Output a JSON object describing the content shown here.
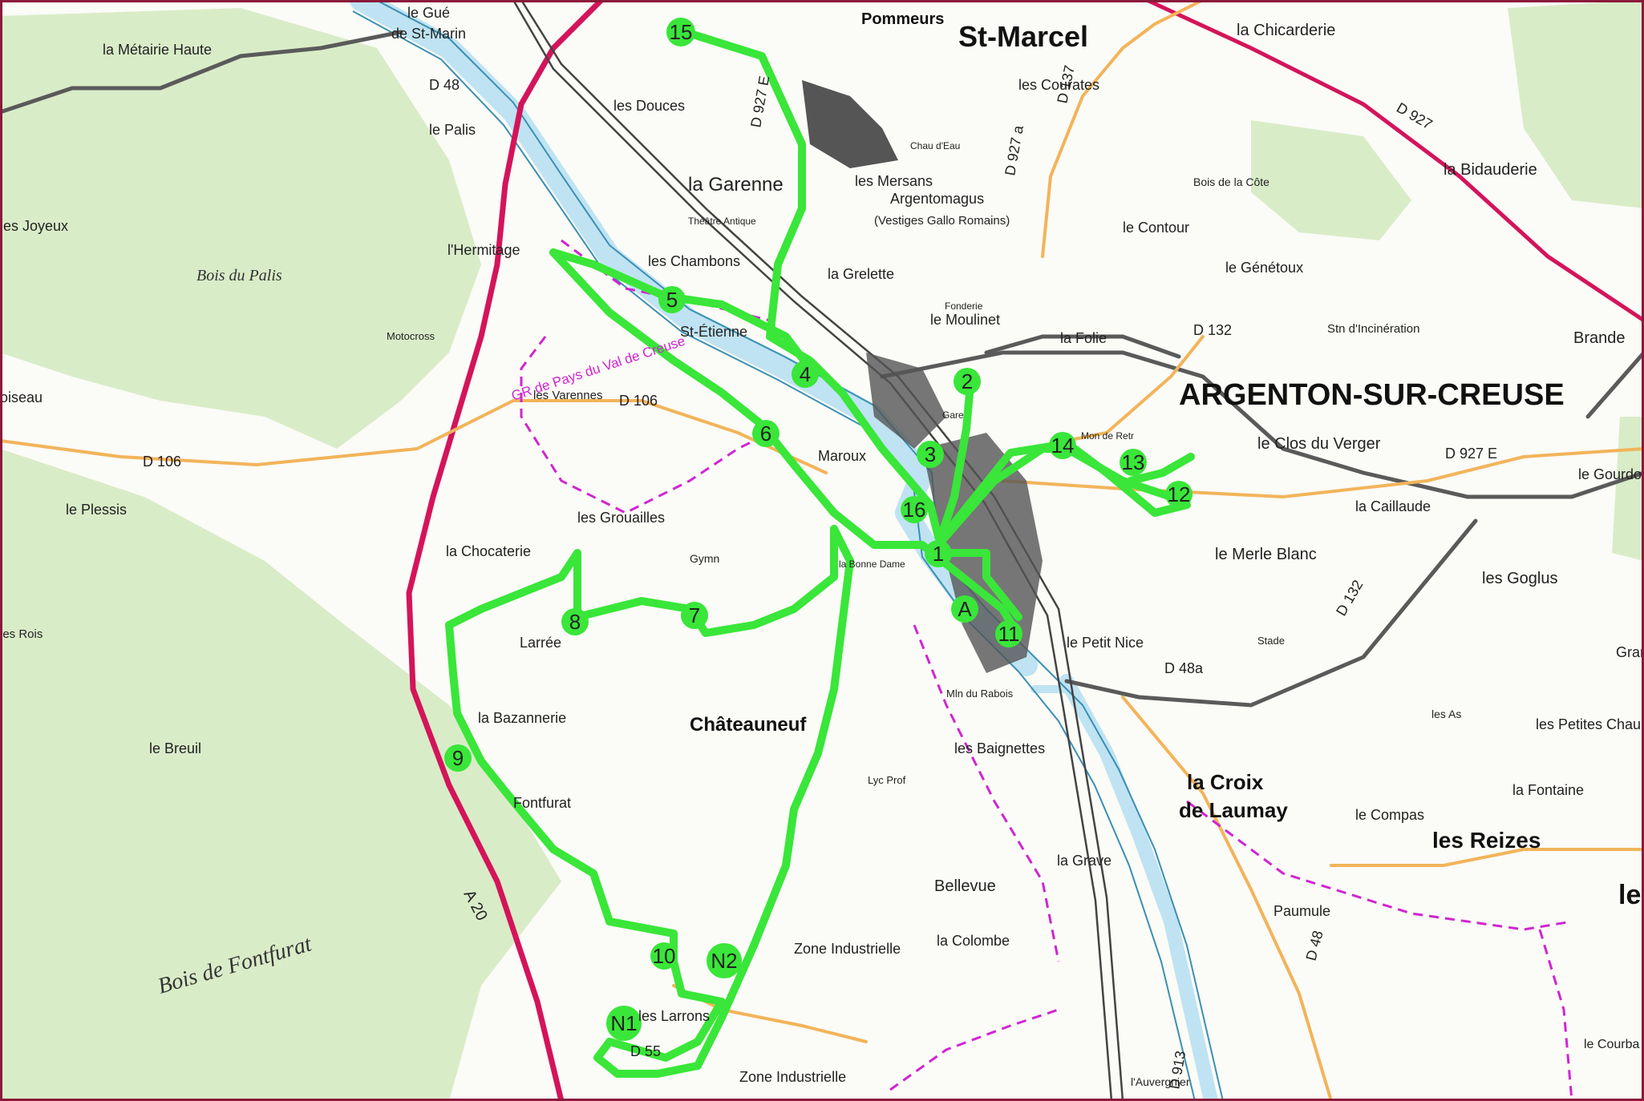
{
  "map": {
    "towns": [
      {
        "id": "st-marcel",
        "text": "St-Marcel"
      },
      {
        "id": "argenton",
        "text": "ARGENTON-SUR-CREUSE"
      },
      {
        "id": "chateauneuf",
        "text": "Châteauneuf"
      },
      {
        "id": "la-croix",
        "text": "la Croix"
      },
      {
        "id": "de-laumay",
        "text": "de Laumay"
      },
      {
        "id": "les-reizes",
        "text": "les Reizes"
      },
      {
        "id": "le-east",
        "text": "le"
      },
      {
        "id": "pommeurs",
        "text": "Pommeurs"
      }
    ],
    "places": [
      {
        "id": "la-metairie-haute",
        "text": "la Métairie Haute"
      },
      {
        "id": "le-gue",
        "text": "le Gué"
      },
      {
        "id": "de-st-marin",
        "text": "de St-Marin"
      },
      {
        "id": "le-palis",
        "text": "le Palis"
      },
      {
        "id": "les-douces",
        "text": "les Douces"
      },
      {
        "id": "la-garenne",
        "text": "la Garenne"
      },
      {
        "id": "les-chambons",
        "text": "les Chambons"
      },
      {
        "id": "st-etienne",
        "text": "St-Étienne"
      },
      {
        "id": "la-grelette",
        "text": "la Grelette"
      },
      {
        "id": "les-mersans",
        "text": "les Mersans"
      },
      {
        "id": "argentomagus",
        "text": "Argentomagus"
      },
      {
        "id": "vestiges",
        "text": "(Vestiges Gallo Romains)"
      },
      {
        "id": "les-courates",
        "text": "les Courates"
      },
      {
        "id": "la-chicarderie",
        "text": "la Chicarderie"
      },
      {
        "id": "la-bidauderie",
        "text": "la Bidauderie"
      },
      {
        "id": "bois-de-la-cote",
        "text": "Bois de la Côte"
      },
      {
        "id": "le-contour",
        "text": "le Contour"
      },
      {
        "id": "le-genetoux",
        "text": "le Génétoux"
      },
      {
        "id": "le-moulinet",
        "text": "le Moulinet"
      },
      {
        "id": "la-folie",
        "text": "la Folie"
      },
      {
        "id": "stn-incineration",
        "text": "Stn d'Incinération"
      },
      {
        "id": "brande",
        "text": "Brande"
      },
      {
        "id": "les-joyeux",
        "text": "les Joyeux"
      },
      {
        "id": "hermitage",
        "text": "l'Hermitage"
      },
      {
        "id": "motocross",
        "text": "Motocross"
      },
      {
        "id": "oiseau",
        "text": "oiseau"
      },
      {
        "id": "les-varennes",
        "text": "les Varennes"
      },
      {
        "id": "maroux",
        "text": "Maroux"
      },
      {
        "id": "le-clos-du-verger",
        "text": "le Clos du Verger"
      },
      {
        "id": "le-gourdon",
        "text": "le Gourdon"
      },
      {
        "id": "la-caillaude",
        "text": "la Caillaude"
      },
      {
        "id": "le-merle-blanc",
        "text": "le Merle Blanc"
      },
      {
        "id": "les-goglus",
        "text": "les Goglus"
      },
      {
        "id": "le-plessis",
        "text": "le Plessis"
      },
      {
        "id": "les-grouailles",
        "text": "les Grouailles"
      },
      {
        "id": "la-chocaterie",
        "text": "la Chocaterie"
      },
      {
        "id": "gymn",
        "text": "Gymn"
      },
      {
        "id": "larree",
        "text": "Larrée"
      },
      {
        "id": "les-rois",
        "text": "les Rois"
      },
      {
        "id": "la-bazannerie",
        "text": "la Bazannerie"
      },
      {
        "id": "le-petit-nice",
        "text": "le Petit Nice"
      },
      {
        "id": "stade",
        "text": "Stade"
      },
      {
        "id": "mln-du-rabois",
        "text": "Mln du Rabois"
      },
      {
        "id": "le-breuil",
        "text": "le Breuil"
      },
      {
        "id": "les-baignettes",
        "text": "les Baignettes"
      },
      {
        "id": "lyc-prof",
        "text": "Lyc Prof"
      },
      {
        "id": "fontfurat",
        "text": "Fontfurat"
      },
      {
        "id": "la-grave",
        "text": "la Grave"
      },
      {
        "id": "le-compas",
        "text": "le Compas"
      },
      {
        "id": "les-as",
        "text": "les As"
      },
      {
        "id": "les-petites-chaumes",
        "text": "les Petites Chaumes"
      },
      {
        "id": "la-fontaine",
        "text": "la Fontaine"
      },
      {
        "id": "bellevue",
        "text": "Bellevue"
      },
      {
        "id": "la-colombe",
        "text": "la Colombe"
      },
      {
        "id": "zone-industrielle",
        "text": "Zone Industrielle"
      },
      {
        "id": "paumule",
        "text": "Paumule"
      },
      {
        "id": "larrons",
        "text": "les Larrons"
      },
      {
        "id": "zone-industrielle-2",
        "text": "Zone Industrielle"
      },
      {
        "id": "l-auvergnier",
        "text": "l'Auvergnier"
      },
      {
        "id": "le-courba",
        "text": "le Courba"
      },
      {
        "id": "gran-chau",
        "text": "Gran Chau"
      },
      {
        "id": "la-bonne-dame",
        "text": "la Bonne Dame"
      },
      {
        "id": "chau-deau",
        "text": "Chau d'Eau"
      },
      {
        "id": "theatre-antique",
        "text": "Théâtre Antique"
      },
      {
        "id": "gare",
        "text": "Gare"
      },
      {
        "id": "fonderie",
        "text": "Fonderie"
      },
      {
        "id": "mon-de-retr",
        "text": "Mon de Retr"
      }
    ],
    "woods": [
      {
        "id": "bois-du-palis",
        "text": "Bois du Palis"
      },
      {
        "id": "bois-de-fontfurat",
        "text": "Bois de Fontfurat"
      }
    ],
    "roads": [
      {
        "id": "d48",
        "text": "D 48"
      },
      {
        "id": "d927e-n",
        "text": "D 927 E"
      },
      {
        "id": "d927a",
        "text": "D 927 a"
      },
      {
        "id": "d137",
        "text": "D 137"
      },
      {
        "id": "d927",
        "text": "D 927"
      },
      {
        "id": "d132",
        "text": "D 132"
      },
      {
        "id": "d106-w",
        "text": "D 106"
      },
      {
        "id": "d106-e",
        "text": "D 106"
      },
      {
        "id": "d927e-e",
        "text": "D 927 E"
      },
      {
        "id": "d132-se",
        "text": "D 132"
      },
      {
        "id": "d48a",
        "text": "D 48a"
      },
      {
        "id": "a20",
        "text": "A 20"
      },
      {
        "id": "d55",
        "text": "D 55"
      },
      {
        "id": "d913",
        "text": "D 913"
      },
      {
        "id": "d48-s",
        "text": "D 48"
      }
    ],
    "gr_trail_label": "GR de Pays du Val de Creuse",
    "waypoints": [
      "1",
      "2",
      "3",
      "4",
      "5",
      "6",
      "7",
      "8",
      "9",
      "10",
      "11",
      "12",
      "13",
      "14",
      "15",
      "16",
      "A",
      "N1",
      "N2"
    ],
    "colors": {
      "route": "#39e639",
      "motorway": "#d4145a",
      "main_road": "#5a5a5a",
      "secondary_road": "#f2b45a",
      "river": "#bfe3f2",
      "woods": "#d9ecc8",
      "gr_trail": "#d025d0",
      "frame": "#8a1a3a"
    }
  }
}
